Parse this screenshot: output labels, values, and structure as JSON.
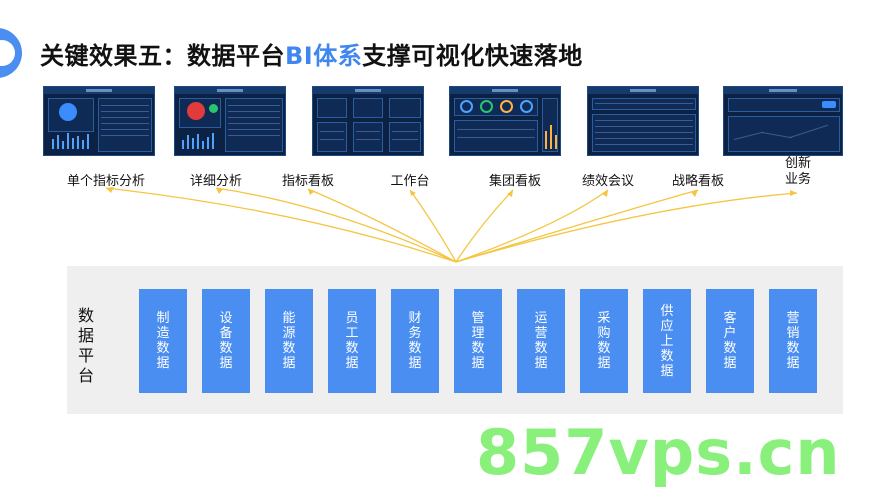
{
  "slide": {
    "title_main": "关键效果五：数据平台",
    "title_accent": "BI体系",
    "title_tail": "支撑可视化快速落地"
  },
  "views": [
    {
      "label": "单个指标分析"
    },
    {
      "label": "详细分析"
    },
    {
      "label": "指标看板"
    },
    {
      "label": "工作台"
    },
    {
      "label": "集团看板"
    },
    {
      "label": "绩效会议"
    },
    {
      "label": "战略看板"
    },
    {
      "label": "创新业务"
    }
  ],
  "platform": {
    "label": "数据平台",
    "items": [
      "制造数据",
      "设备数据",
      "能源数据",
      "员工数据",
      "财务数据",
      "管理数据",
      "运营数据",
      "采购数据",
      "供应上数据",
      "客户数据",
      "营销数据"
    ]
  },
  "watermark": "857vps.cn",
  "colors": {
    "accent": "#3f86ef",
    "box": "#4a8ef2",
    "connector": "#f5c542",
    "panel": "#efefef",
    "watermark": "#8af07c"
  }
}
